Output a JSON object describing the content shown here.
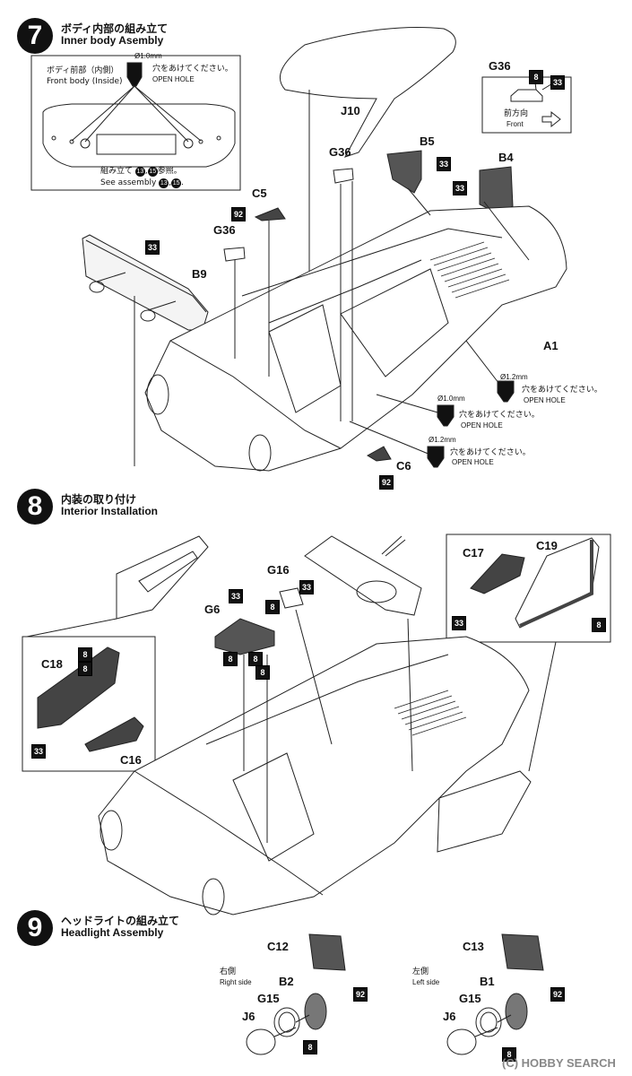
{
  "step7": {
    "num": "7",
    "title_jp": "ボディ内部の組み立て",
    "title_en": "Inner body Asembly",
    "inset_jp": "ボディ前部（内側）",
    "inset_en": "Front body (Inside)",
    "dia": "Ø1.0mm",
    "hole_jp": "穴をあけてください。",
    "hole_en": "OPEN HOLE",
    "see_jp": "組み立て",
    "see_jp2": "参照。",
    "see_en": "See assembly",
    "ref1": "13",
    "ref2": "15",
    "g36_inset": "G36",
    "front_jp": "前方向",
    "front_en": "Front",
    "parts": {
      "j10": "J10",
      "g36a": "G36",
      "b5": "B5",
      "b4": "B4",
      "c5": "C5",
      "g36b": "G36",
      "b9": "B9",
      "a1": "A1",
      "c6": "C6"
    },
    "hole1_dia": "Ø1.2mm",
    "hole2_dia": "Ø1.0mm",
    "hole3_dia": "Ø1.2mm"
  },
  "step8": {
    "num": "8",
    "title_jp": "内装の取り付け",
    "title_en": "Interior Installation",
    "parts": {
      "g16": "G16",
      "g6": "G6",
      "c17": "C17",
      "c19": "C19",
      "c18": "C18",
      "c16": "C16"
    }
  },
  "step9": {
    "num": "9",
    "title_jp": "ヘッドライトの組み立て",
    "title_en": "Headlight Assembly",
    "right_jp": "右側",
    "right_en": "Right side",
    "left_jp": "左側",
    "left_en": "Left side",
    "parts": {
      "c12": "C12",
      "b2": "B2",
      "g15a": "G15",
      "j6a": "J6",
      "c13": "C13",
      "b1": "B1",
      "g15b": "G15",
      "j6b": "J6"
    }
  },
  "badges": {
    "b33": "33",
    "b92": "92",
    "b8": "8"
  },
  "watermark": {
    "text": "HOBBY SEARCH",
    "sub": "(C)"
  }
}
